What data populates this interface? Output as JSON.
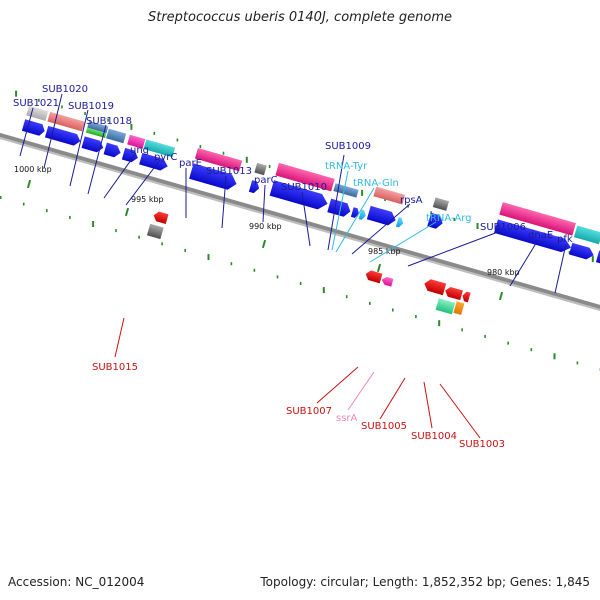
{
  "title": "Streptococcus uberis 0140J, complete genome",
  "accession": "Accession: NC_012004",
  "topology": "Topology: circular; Length: 1,852,352 bp; Genes: 1,845",
  "colors": {
    "cds_blue": "#1a1aee",
    "label_blue": "#1a1a99",
    "label_red": "#cc1111",
    "label_cyan": "#33bbdd",
    "label_pink": "#ee88bb",
    "tick_green": "#2a8a2a",
    "backbone": "#777777"
  },
  "scale_labels": [
    "1000 kbp",
    "995 kbp",
    "990 kbp",
    "985 kbp",
    "980 kbp"
  ],
  "gene_labels": {
    "sub1021": "SUB1021",
    "sub1020": "SUB1020",
    "sub1019": "SUB1019",
    "sub1018": "SUB1018",
    "ung": "ung",
    "pyrC": "pyrC",
    "parE": "parE",
    "sub1013": "SUB1013",
    "parC": "parC",
    "sub1010": "SUB1010",
    "sub1009": "SUB1009",
    "trnaTyr": "tRNA-Tyr",
    "trnaGln": "tRNA-Gln",
    "rpsA": "rpsA",
    "trnaArg": "tRNA-Arg",
    "sub1006": "SUB1006",
    "dnaE": "dnaE",
    "pfk": "pfk",
    "sub1015": "SUB1015",
    "sub1007": "SUB1007",
    "ssrA": "ssrA",
    "sub1005": "SUB1005",
    "sub1004": "SUB1004",
    "sub1003": "SUB1003"
  }
}
